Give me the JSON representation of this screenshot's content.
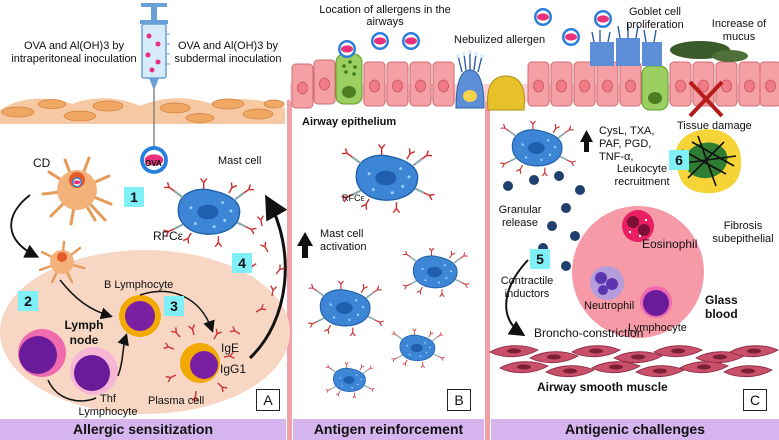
{
  "panels": {
    "a": {
      "letter": "A",
      "footer": "Allergic sensitization",
      "label_ip": "OVA and Al(OH)3 by intraperitoneal inoculation",
      "label_sd": "OVA and Al(OH)3 by subdermal inoculation",
      "ova_tag": "OVA",
      "cd_label": "CD",
      "mast_cell_label": "Mast cell",
      "rfce_label": "RFCε",
      "b_lymphocyte_label": "B Lymphocyte",
      "lymph_node_label": "Lymph node",
      "ige_label": "IgE",
      "igg1_label": "IgG1",
      "thf_label": "Thf Lymphocyte",
      "plasma_label": "Plasma cell",
      "steps": [
        "1",
        "2",
        "3",
        "4"
      ]
    },
    "b": {
      "letter": "B",
      "footer": "Antigen reinforcement",
      "location_label": "Location of allergens in the airways",
      "epithelium_label": "Airway epithelium",
      "rfce_label": "RFCε",
      "activation_label": "Mast cell activation"
    },
    "c": {
      "letter": "C",
      "footer": "Antigenic challenges",
      "nebulized_label": "Nebulized allergen",
      "goblet_label": "Goblet cell proliferation",
      "mucus_label": "Increase of mucus",
      "tissue_damage_label": "Tissue damage",
      "mediators_label": "CysL, TXA, PAF, PGD, TNF-α,",
      "step_6": "6",
      "leukocyte_label": "Leukocyte recruitment",
      "eosinophil_label": "Eosinophil",
      "granular_label": "Granular release",
      "step_5": "5",
      "fibrosis_label": "Fibrosis subepithelial",
      "neutrophil_label": "Neutrophil",
      "contractile_label": "Contractile inductors",
      "lymphocyte_label": "Lymphocyte",
      "blood_label": "Glass blood",
      "broncho_label": "Broncho-constriction",
      "muscle_label": "Airway  smooth muscle"
    }
  },
  "colors": {
    "divider": "#f2a0a8",
    "footer_bg": "#d6b4ee",
    "step_badge": "#7ff0f7",
    "mast_cell": "#3a7fcf",
    "lymph_node_bg": "#f7d6c4",
    "blood_bg": "#f59aa6",
    "epithelium": "#f7a0a0",
    "goblet": "#8bc34a",
    "muscle": "#c9506a"
  },
  "icons": [
    "syringe-icon",
    "ova-allergen-icon",
    "mast-cell-icon",
    "dendritic-cell-icon",
    "arrow-up-icon",
    "cross-icon"
  ]
}
